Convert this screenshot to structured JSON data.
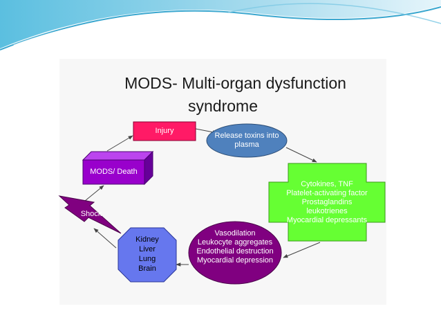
{
  "title": {
    "line1": "MODS- Multi-organ dysfunction",
    "line2": "syndrome"
  },
  "nodes": {
    "injury": {
      "label": "Injury"
    },
    "release": {
      "lines": [
        "Release toxins into",
        "plasma"
      ]
    },
    "cytokines": {
      "lines": [
        "Cytokines, TNF",
        "Platelet-activating factor",
        "Prostaglandins",
        "leukotrienes",
        "Myocardial depressants"
      ]
    },
    "vasodilation": {
      "lines": [
        "Vasodilation",
        "Leukocyte aggregates",
        "Endothelial destruction",
        "Myocardial depression"
      ]
    },
    "organs": {
      "lines": [
        "Kidney",
        "Liver",
        "Lung",
        "Brain"
      ]
    },
    "shock": {
      "label": "Shock"
    },
    "mods_death": {
      "label": "MODS/ Death"
    }
  },
  "colors": {
    "injury_fill": "#ff1a66",
    "release_fill": "#4f81bd",
    "cytokines_fill": "#66ff33",
    "vasodilation_fill": "#800080",
    "organs_fill": "#6677ee",
    "shock_fill": "#800080",
    "mods_front": "#9900cc",
    "mods_side": "#660099",
    "mods_top": "#bb44ee",
    "arrow": "#444444"
  }
}
